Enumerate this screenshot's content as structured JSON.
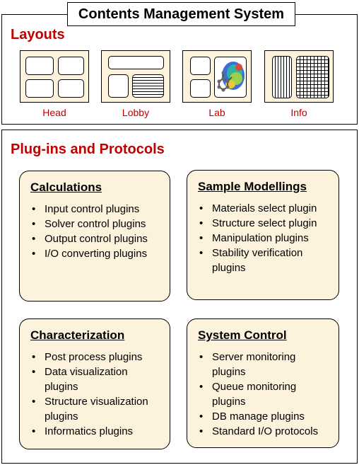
{
  "title": "Contents Management System",
  "layouts": {
    "heading": "Layouts",
    "items": [
      {
        "label": "Head"
      },
      {
        "label": "Lobby"
      },
      {
        "label": "Lab"
      },
      {
        "label": "Info"
      }
    ]
  },
  "plugins": {
    "heading": "Plug-ins and Protocols",
    "cards": [
      {
        "title": "Calculations",
        "items": [
          "Input control plugins",
          "Solver control plugins",
          "Output control plugins",
          "I/O converting plugins"
        ]
      },
      {
        "title": "Sample Modellings",
        "items": [
          "Materials select plugin",
          "Structure select plugin",
          "Manipulation plugins",
          "Stability verification plugins"
        ]
      },
      {
        "title": "Characterization",
        "items": [
          "Post process plugins",
          "Data visualization plugins",
          "Structure visualization plugins",
          "Informatics plugins"
        ]
      },
      {
        "title": "System Control",
        "items": [
          "Server monitoring plugins",
          "Queue monitoring plugins",
          "DB manage plugins",
          "Standard I/O protocols"
        ]
      }
    ]
  },
  "colors": {
    "accent": "#c00000",
    "card_fill": "#fdf2dc",
    "border": "#000000"
  }
}
